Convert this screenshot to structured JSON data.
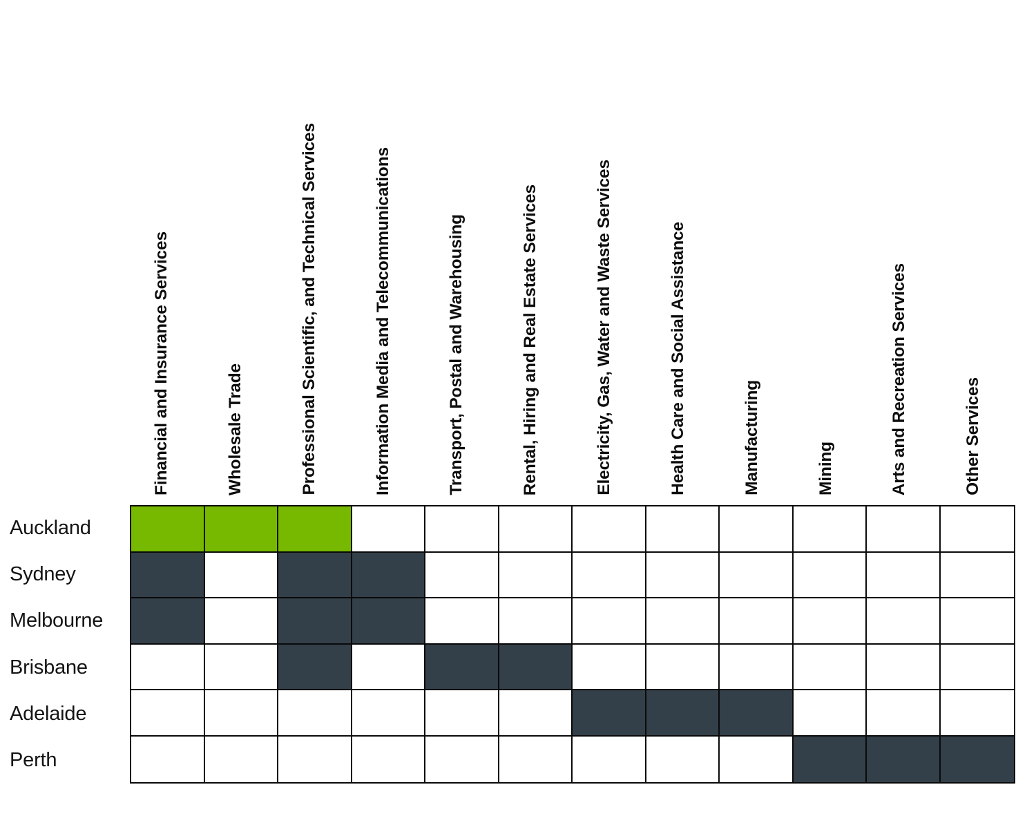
{
  "chart_data": {
    "type": "heatmap",
    "title": "",
    "xlabel": "",
    "ylabel": "",
    "grid": true,
    "legend": "none",
    "categories": [
      "Financial and Insurance Services",
      "Wholesale Trade",
      "Professional Scientific, and Technical Services",
      "Information Media and Telecommunications",
      "Transport, Postal and Warehousing",
      "Rental, Hiring and Real Estate Services",
      "Electricity, Gas, Water and Waste Services",
      "Health Care and Social Assistance",
      "Manufacturing",
      "Mining",
      "Arts and Recreation Services",
      "Other Services"
    ],
    "rows": [
      "Auckland",
      "Sydney",
      "Melbourne",
      "Brisbane",
      "Adelaide",
      "Perth"
    ],
    "states": [
      [
        "green",
        "green",
        "green",
        "none",
        "none",
        "none",
        "none",
        "none",
        "none",
        "none",
        "none",
        "none"
      ],
      [
        "dark",
        "none",
        "dark",
        "dark",
        "none",
        "none",
        "none",
        "none",
        "none",
        "none",
        "none",
        "none"
      ],
      [
        "dark",
        "none",
        "dark",
        "dark",
        "none",
        "none",
        "none",
        "none",
        "none",
        "none",
        "none",
        "none"
      ],
      [
        "none",
        "none",
        "dark",
        "none",
        "dark",
        "dark",
        "none",
        "none",
        "none",
        "none",
        "none",
        "none"
      ],
      [
        "none",
        "none",
        "none",
        "none",
        "none",
        "none",
        "dark",
        "dark",
        "dark",
        "none",
        "none",
        "none"
      ],
      [
        "none",
        "none",
        "none",
        "none",
        "none",
        "none",
        "none",
        "none",
        "none",
        "dark",
        "dark",
        "dark"
      ]
    ],
    "value_map": {
      "none": 0,
      "dark": 1,
      "green": 2
    }
  },
  "colors": {
    "highlight_green": "#76B900",
    "filled_dark": "#333F49",
    "empty": "#FFFFFF",
    "grid_line": "#0A0A0A",
    "text": "#111111"
  },
  "columns": [
    {
      "label": "Financial and Insurance Services"
    },
    {
      "label": "Wholesale Trade"
    },
    {
      "label": "Professional Scientific, and Technical Services"
    },
    {
      "label": "Information Media and Telecommunications"
    },
    {
      "label": "Transport, Postal and Warehousing"
    },
    {
      "label": "Rental, Hiring and Real Estate Services"
    },
    {
      "label": "Electricity, Gas, Water and Waste Services"
    },
    {
      "label": "Health Care and Social Assistance"
    },
    {
      "label": "Manufacturing"
    },
    {
      "label": "Mining"
    },
    {
      "label": "Arts and Recreation Services"
    },
    {
      "label": "Other Services"
    }
  ],
  "rows": [
    {
      "label": "Auckland"
    },
    {
      "label": "Sydney"
    },
    {
      "label": "Melbourne"
    },
    {
      "label": "Brisbane"
    },
    {
      "label": "Adelaide"
    },
    {
      "label": "Perth"
    }
  ]
}
